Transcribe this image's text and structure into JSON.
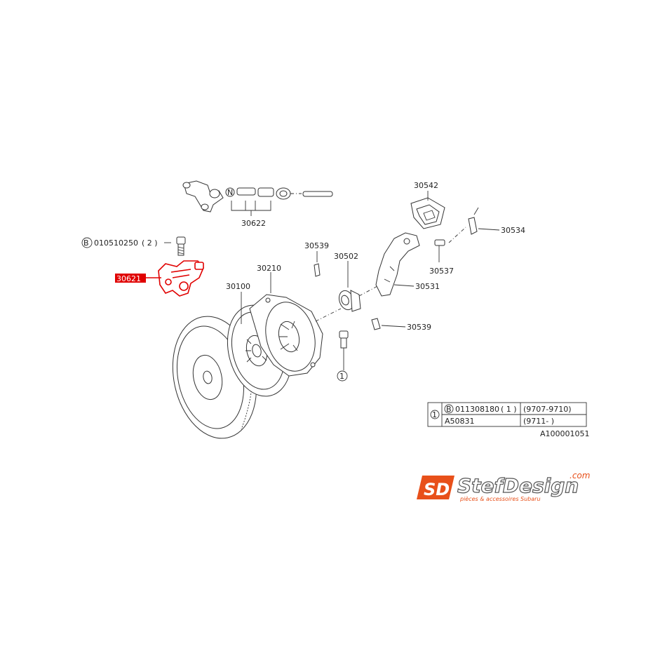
{
  "diagram": {
    "highlight_color": "#e00000",
    "callouts": {
      "slave_cylinder": "30621",
      "master_line_group": "30622",
      "pedal_bracket": "30542",
      "clip_upper": "30539",
      "release_bearing": "30502",
      "pivot_rod": "30534",
      "boot": "30537",
      "release_fork": "30531",
      "clip_lower": "30539",
      "clutch_cover": "30210",
      "clutch_disc": "30100",
      "bolt_ref": "010510250",
      "bolt_ref_prefix": "B",
      "bolt_ref_qty": "( 2 )",
      "circle_ref": "1"
    },
    "table": {
      "ref": "1",
      "rows": [
        {
          "prefix": "B",
          "part": "011308180",
          "qty": "( 1 )",
          "date": "(9707-9710)"
        },
        {
          "prefix": "",
          "part": "A50831",
          "qty": "",
          "date": "(9711-      )"
        }
      ]
    },
    "image_code": "A100001051"
  },
  "logo": {
    "mark": "SD",
    "name": "StefDesign",
    "domain": ".com",
    "tagline": "pièces & accessoires Subaru",
    "brand_color": "#e8501a"
  }
}
